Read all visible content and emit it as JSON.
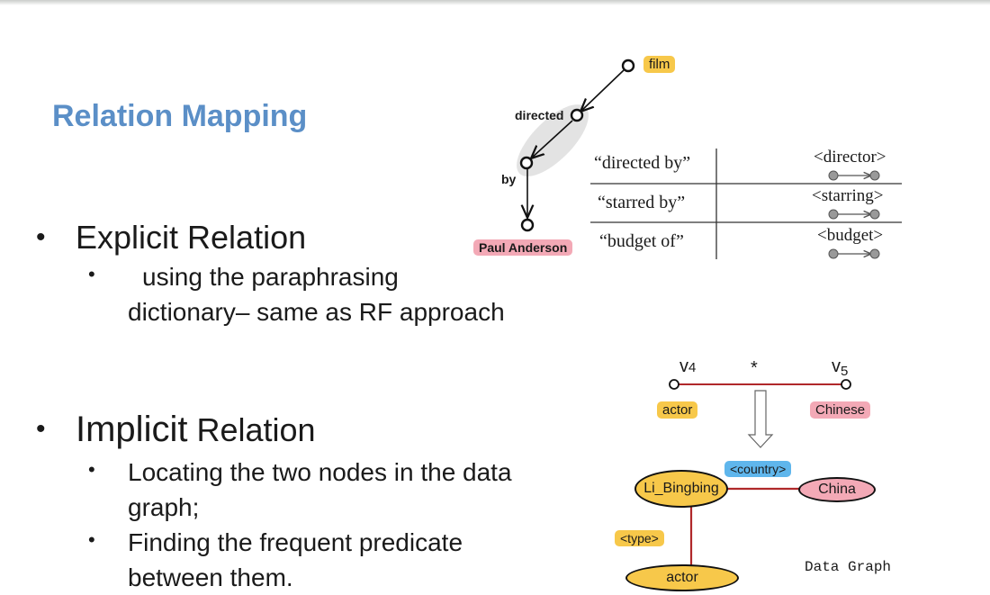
{
  "slide": {
    "title": "Relation Mapping",
    "explicit": {
      "heading": "Explicit Relation",
      "sub_line1": "using the paraphrasing",
      "sub_line2": "dictionary– same as RF approach"
    },
    "implicit": {
      "heading_main": "Implicit",
      "heading_rest": " Relation",
      "sub1_line1": "Locating the two nodes in the data",
      "sub1_line2": "graph;",
      "sub2_line1": "Finding the frequent predicate",
      "sub2_line2": "between them."
    }
  },
  "query_graph": {
    "film": "film",
    "directed": "directed",
    "by": "by",
    "paul": "Paul Anderson"
  },
  "dictionary_table": {
    "rows": [
      {
        "phrase": "“directed by”",
        "predicate": "<director>"
      },
      {
        "phrase": "“starred by”",
        "predicate": "<starring>"
      },
      {
        "phrase": "“budget of”",
        "predicate": "<budget>"
      }
    ]
  },
  "implicit_graph": {
    "v4": "v",
    "v4_sub": "4",
    "v5": "v",
    "v5_sub": "5",
    "star": "*",
    "actor_tag": "actor",
    "chinese_tag": "Chinese",
    "country": "<country>",
    "li": "Li_Bingbing",
    "china": "China",
    "type": "<type>",
    "actor_node": "actor",
    "caption": "Data Graph"
  },
  "colors": {
    "title": "#5b8fc7",
    "yellow": "#f7c84a",
    "pink": "#f3a9b6",
    "blue": "#5fb6ec",
    "edge": "#b0282a"
  }
}
